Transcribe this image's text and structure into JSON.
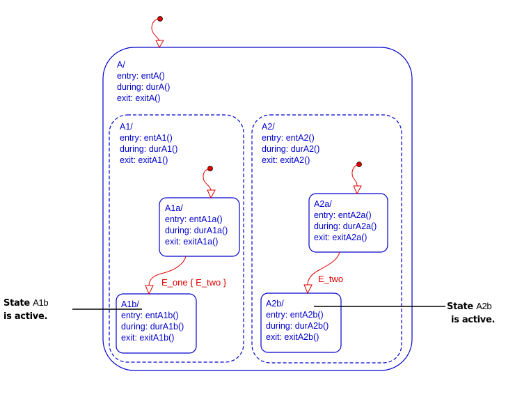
{
  "colors": {
    "state_border": "#0000cc",
    "text": "#0000cc",
    "transition": "#e00000",
    "annotation_line": "#000000"
  },
  "states": {
    "A": {
      "name": "A/",
      "entry": "entry: entA()",
      "during": "during: durA()",
      "exit": "exit: exitA()"
    },
    "A1": {
      "name": "A1/",
      "entry": "entry: entA1()",
      "during": "during: durA1()",
      "exit": "exit: exitA1()"
    },
    "A2": {
      "name": "A2/",
      "entry": "entry: entA2()",
      "during": "during: durA2()",
      "exit": "exit: exitA2()"
    },
    "A1a": {
      "name": "A1a/",
      "entry": "entry: entA1a()",
      "during": "during: durA1a()",
      "exit": "exit: exitA1a()"
    },
    "A2a": {
      "name": "A2a/",
      "entry": "entry: entA2a()",
      "during": "during: durA2a()",
      "exit": "exit: exitA2a()"
    },
    "A1b": {
      "name": "A1b/",
      "entry": "entry: entA1b()",
      "during": "during: durA1b()",
      "exit": "exit: exitA1b()"
    },
    "A2b": {
      "name": "A2b/",
      "entry": "entry: entA2b()",
      "during": "during: durA2b()",
      "exit": "exit: exitA2b()"
    }
  },
  "transitions": {
    "A1a_to_A1b": "E_one { E_two }",
    "A2a_to_A2b": "E_two"
  },
  "annotations": {
    "left": {
      "prefix": "State",
      "state": "A1b",
      "suffix": "is active."
    },
    "right": {
      "prefix": "State",
      "state": "A2b",
      "suffix": "is active."
    }
  }
}
